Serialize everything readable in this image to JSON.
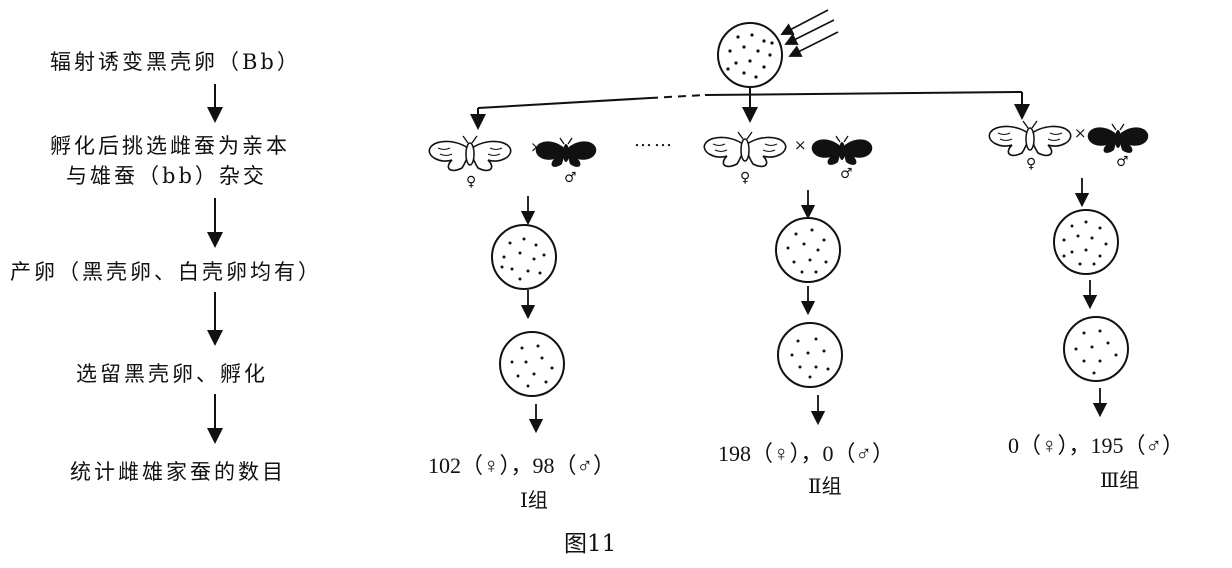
{
  "flowchart": {
    "steps": [
      "辐射诱变黑壳卵（Bb）",
      "孵化后挑选雌蚕为亲本",
      "与雄蚕（bb）杂交",
      "产卵（黑壳卵、白壳卵均有）",
      "选留黑壳卵、孵化",
      "统计雌雄家蚕的数目"
    ]
  },
  "groups": [
    {
      "label": "Ⅰ组",
      "count": "102（♀），98（♂）",
      "cross_female": "♀",
      "cross_male": "♂"
    },
    {
      "label": "Ⅱ组",
      "count": "198（♀），0（♂）",
      "cross_female": "♀",
      "cross_male": "♂"
    },
    {
      "label": "Ⅲ组",
      "count": "0（♀），195（♂）",
      "cross_female": "♀",
      "cross_male": "♂"
    }
  ],
  "cross_symbol": "×",
  "ellipsis": "……",
  "caption": "图11",
  "icons": [
    "radiation-rays-icon",
    "egg-icon",
    "female-silkmoth-icon",
    "male-silkmoth-icon"
  ]
}
